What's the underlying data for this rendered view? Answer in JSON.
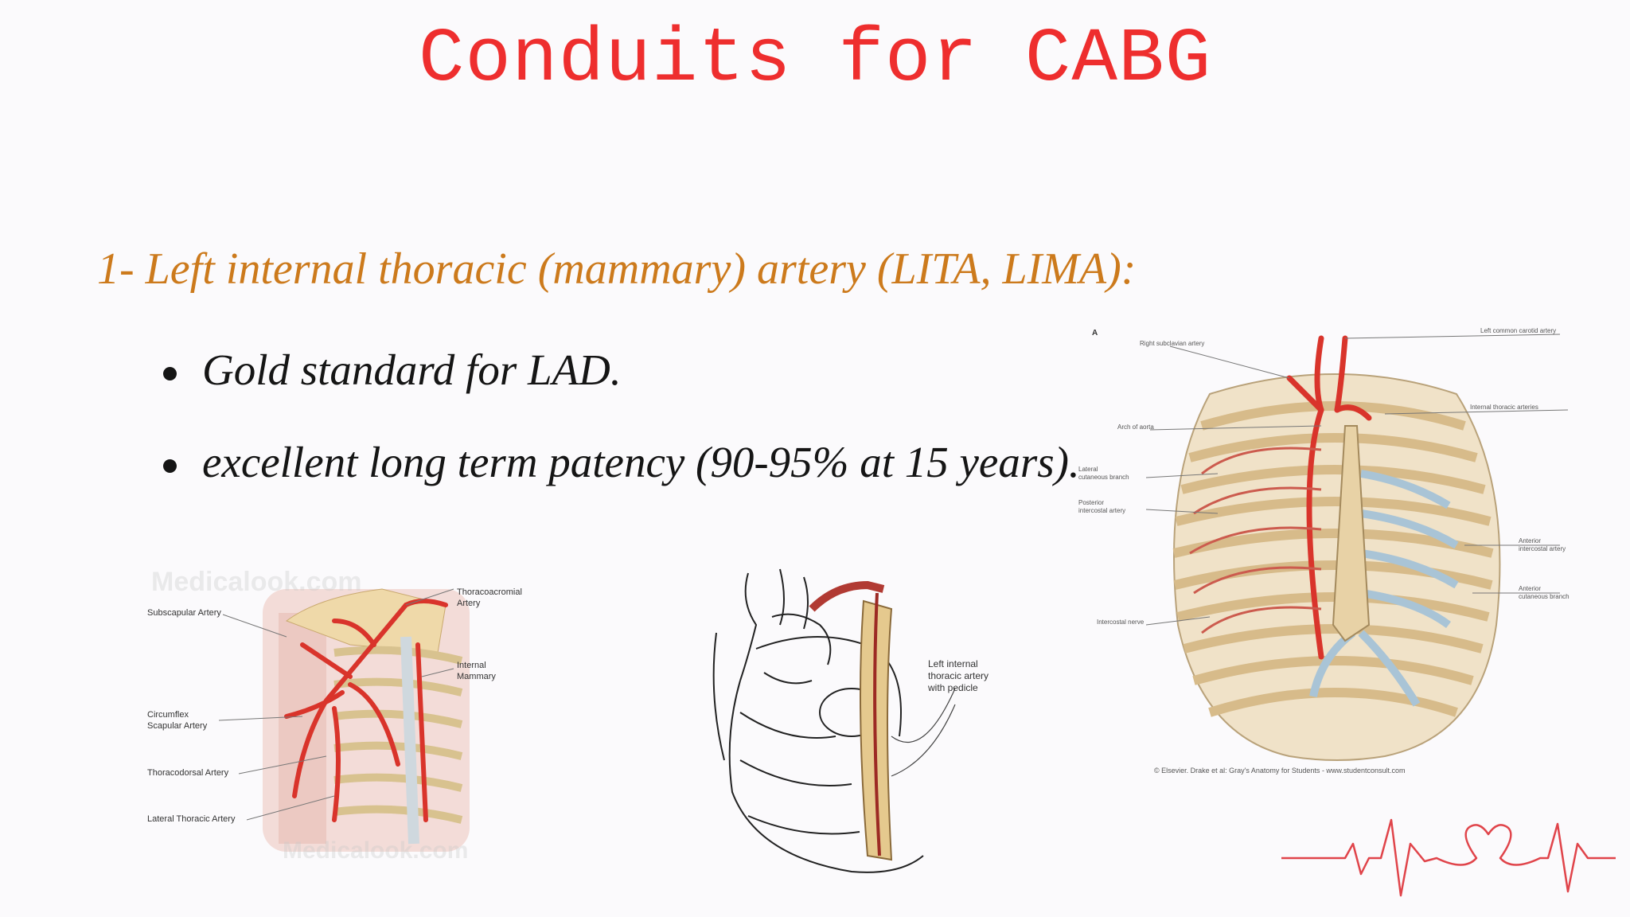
{
  "slide": {
    "title": "Conduits for CABG",
    "heading": "1- Left internal thoracic (mammary) artery (LITA, LIMA):",
    "bullets": [
      "Gold standard for LAD.",
      "excellent long term patency (90-95% at 15 years)."
    ]
  },
  "figure_shoulder": {
    "labels": {
      "subscapular": "Subscapular Artery",
      "circumflex": "Circumflex\nScapular Artery",
      "thoracodorsal": "Thoracodorsal Artery",
      "lateral_thoracic": "Lateral Thoracic Artery",
      "thoracoacromial": "Thoracoacromial\nArtery",
      "internal_mammary": "Internal\nMammary"
    },
    "watermark_top": "Medicalook.com",
    "watermark_bottom": "Medicalook.com"
  },
  "figure_heart": {
    "label": "Left internal\nthoracic artery\nwith pedicle"
  },
  "figure_thorax": {
    "panel_letter": "A",
    "labels": {
      "right_subclavian": "Right subclavian artery",
      "left_common_carotid": "Left common carotid artery",
      "internal_thoracic": "Internal thoracic arteries",
      "arch_aorta": "Arch of aorta",
      "lateral_cutaneous": "Lateral\ncutaneous branch",
      "posterior_intercostal": "Posterior\nintercostal artery",
      "anterior_intercostal": "Anterior\nintercostal artery",
      "anterior_cutaneous": "Anterior\ncutaneous branch",
      "intercostal_nerve": "Intercostal nerve"
    },
    "credit": "© Elsevier. Drake et al: Gray's Anatomy for Students - www.studentconsult.com"
  },
  "colors": {
    "title": "#ee2e2e",
    "heading": "#cc7a1c",
    "artery": "#d9342b",
    "bone": "#e8d2a6",
    "cartilage": "#a9c4d6",
    "ecg_line": "#e0444a"
  }
}
